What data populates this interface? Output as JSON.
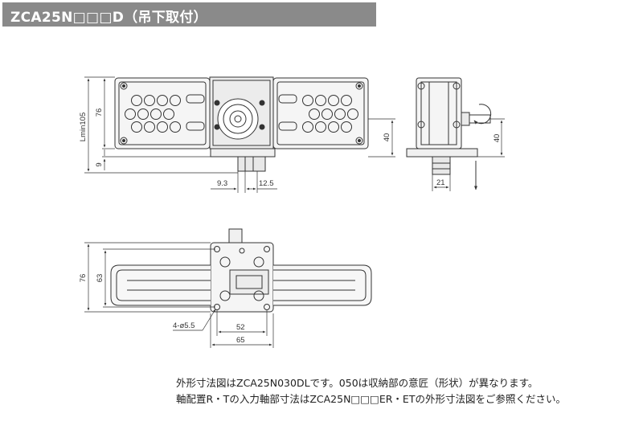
{
  "title": "ZCA25N□□□D（吊下取付）",
  "dims": {
    "lmin": "Lmin105",
    "front_76": "76",
    "front_9": "9",
    "front_40": "40",
    "front_93": "9.3",
    "front_125": "12.5",
    "side_40": "40",
    "side_21": "21",
    "top_76": "76",
    "top_63": "63",
    "top_hole": "4-ø5.5",
    "top_52": "52",
    "top_65": "65"
  },
  "notes": {
    "line1": "外形寸法図はZCA25N030DLです。050は収納部の意匠（形状）が異なります。",
    "line2": "軸配置R・Tの入力軸部寸法はZCA25N□□□ER・ETの外形寸法図をご参照ください。"
  },
  "colors": {
    "title_bg": "#8a8a8a",
    "line": "#333333",
    "fill": "#f2f2f2"
  }
}
